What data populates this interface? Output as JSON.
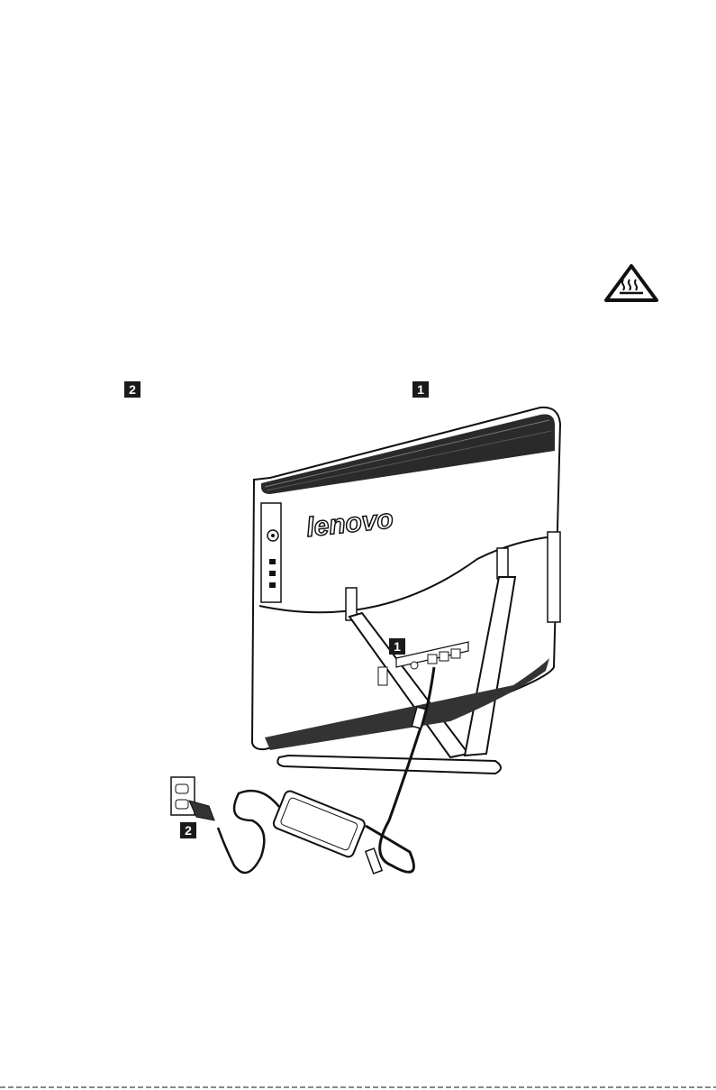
{
  "callouts": {
    "plug_step": "2",
    "adapter_step": "1"
  },
  "illustration": {
    "brand": "lenovo",
    "diagram_callout_plug": "2",
    "diagram_callout_adapter": "1"
  },
  "icons": {
    "warning": "hot-surface-warning-icon"
  }
}
